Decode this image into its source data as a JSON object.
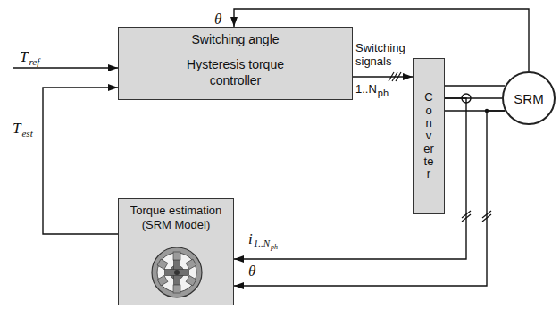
{
  "diagram": {
    "nodes": [
      {
        "text": [
          "Switching angle"
        ]
      },
      {
        "text": [
          "Hysteresis torque controller"
        ]
      },
      {
        "text": [
          "Converter"
        ]
      },
      {
        "text": [
          "SRM"
        ]
      },
      {
        "text": [
          "Torque estimation (SRM Model)"
        ]
      }
    ],
    "edges": [
      {
        "from": 3,
        "to": 0,
        "arrow": "to",
        "label": "θ"
      },
      {
        "from": 1,
        "to": 2,
        "arrow": "to",
        "label": "Switching signals"
      },
      {
        "from": 2,
        "to": 3,
        "arrow": "none"
      },
      {
        "from": 2,
        "to": 4,
        "arrow": "to",
        "label": "i"
      },
      {
        "from": 3,
        "to": 4,
        "arrow": "to",
        "label": "θ"
      },
      {
        "from": 4,
        "to": 1,
        "arrow": "to",
        "label": "T"
      }
    ],
    "labels": [
      "T",
      "ref",
      "1..N",
      "ph",
      "1..N",
      "ph",
      "est"
    ]
  }
}
